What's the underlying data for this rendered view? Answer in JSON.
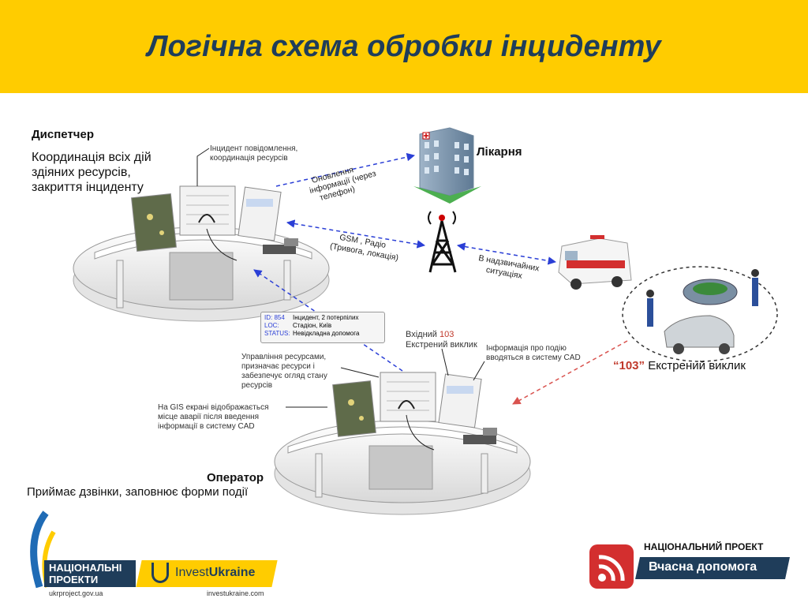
{
  "header": {
    "title": "Логічна схема обробки інциденту",
    "color": "#ffcc00"
  },
  "dispatcher": {
    "title": "Диспетчер",
    "description": [
      "Координація всіх дій",
      "здіяних ресурсів,",
      "закриття інциденту"
    ],
    "screen_label": [
      "Інцидент повідомлення,",
      "координація ресурсів"
    ]
  },
  "hospital": {
    "label": "Лікарня"
  },
  "links": {
    "hospital_update": [
      "Оновлення",
      "інформації (через",
      "телефон)"
    ],
    "radio": [
      "GSM , Радіо",
      "(Тривога, локація)"
    ],
    "emergency": [
      "В надзвичайних",
      "ситуаціях"
    ]
  },
  "incident_card": {
    "rows": [
      {
        "key": "ID: 854",
        "value": "Інцидент, 2 потерпілих"
      },
      {
        "key": "LOC:",
        "value": "Стадіон, Київ"
      },
      {
        "key": "STATUS:",
        "value": "Невідкладна допомога"
      }
    ]
  },
  "operator": {
    "incoming_call": [
      "Вхідний",
      "103",
      "Екстрений виклик"
    ],
    "info_entry": [
      "Інформація про подію",
      "вводяться в систему CAD"
    ],
    "resource_mgmt": [
      "Управління ресурсами,",
      "призначає ресурси і",
      "забезпечує огляд стану",
      "ресурсів"
    ],
    "gis": [
      "На GIS екрані відображається",
      "місце аварії після введення",
      "інформації в систему CAD"
    ],
    "title": "Оператор",
    "description": "Приймає дзвінки, заповнює форми події"
  },
  "emergency_call": {
    "number": "“103”",
    "text": " Екстрений виклик"
  },
  "footer": {
    "left_logo_line1": "НАЦІОНАЛЬНІ",
    "left_logo_line2": "ПРОЕКТИ",
    "left_url": "ukrproject.gov.ua",
    "invest_name_a": "Invest",
    "invest_name_b": "Ukraine",
    "invest_url": "investukraine.com",
    "project_label": "НАЦІОНАЛЬНИЙ ПРОЕКТ",
    "project_name": "Вчасна допомога"
  },
  "colors": {
    "arrow": "#2b3fd6",
    "red_arrow": "#d9534f",
    "accent_red": "#c0392b",
    "navy": "#1f3d5a"
  }
}
